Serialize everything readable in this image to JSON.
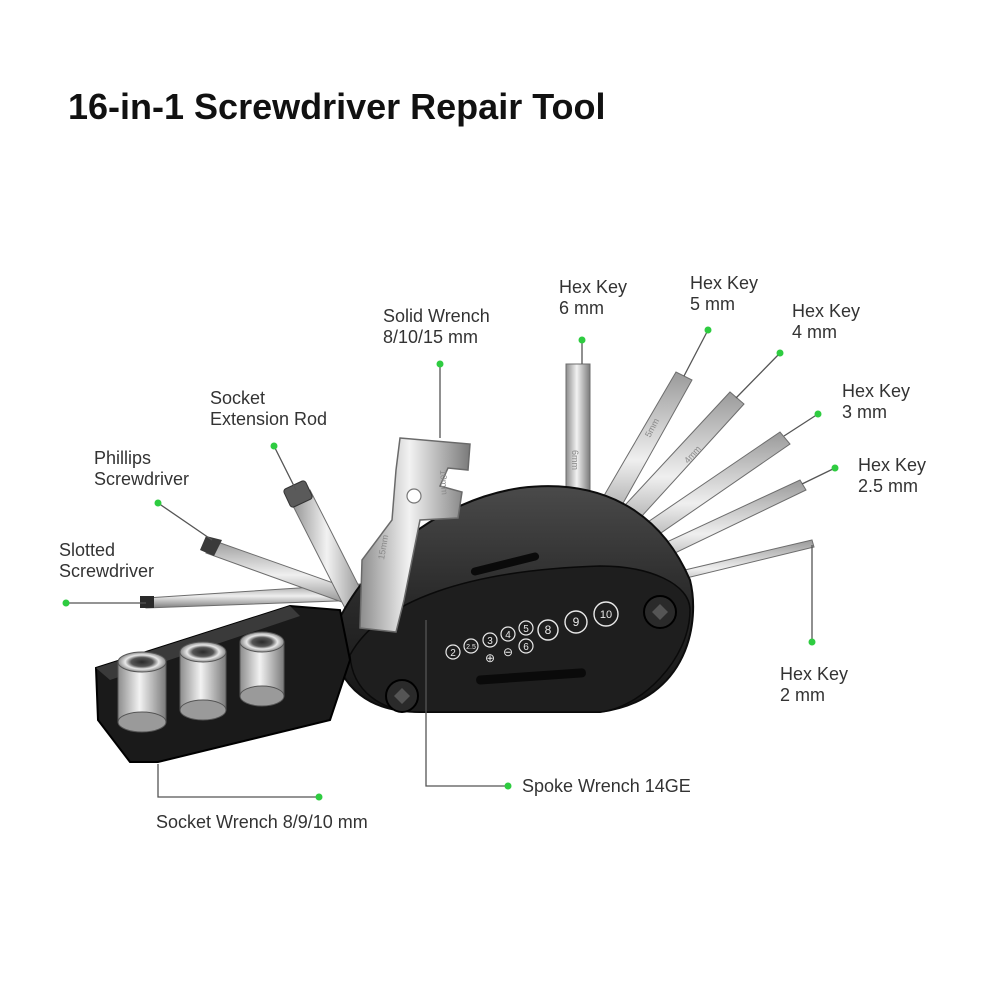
{
  "title": "16-in-1 Screwdriver Repair Tool",
  "accent_color": "#2ecc40",
  "labels": {
    "hex6": {
      "line1": "Hex Key",
      "line2": "6 mm"
    },
    "hex5": {
      "line1": "Hex Key",
      "line2": "5 mm"
    },
    "hex4": {
      "line1": "Hex Key",
      "line2": "4 mm"
    },
    "hex3": {
      "line1": "Hex Key",
      "line2": "3 mm"
    },
    "hex25": {
      "line1": "Hex Key",
      "line2": "2.5 mm"
    },
    "hex2": {
      "line1": "Hex Key",
      "line2": "2 mm"
    },
    "solid_wrench": {
      "line1": "Solid Wrench",
      "line2": "8/10/15 mm"
    },
    "socket_ext": {
      "line1": "Socket",
      "line2": "Extension Rod"
    },
    "phillips": {
      "line1": "Phillips",
      "line2": "Screwdriver"
    },
    "slotted": {
      "line1": "Slotted",
      "line2": "Screwdriver"
    },
    "spoke": "Spoke Wrench 14GE",
    "socket_wrench": "Socket Wrench 8/9/10 mm"
  },
  "engravings": {
    "wrench_15": "15mm",
    "wrench_10": "10mm",
    "key_6": "6mm",
    "key_5": "5mm",
    "key_4": "4mm",
    "spoke_sizes": [
      "2",
      "2.5",
      "3",
      "4",
      "5",
      "6",
      "8",
      "9",
      "10"
    ]
  }
}
